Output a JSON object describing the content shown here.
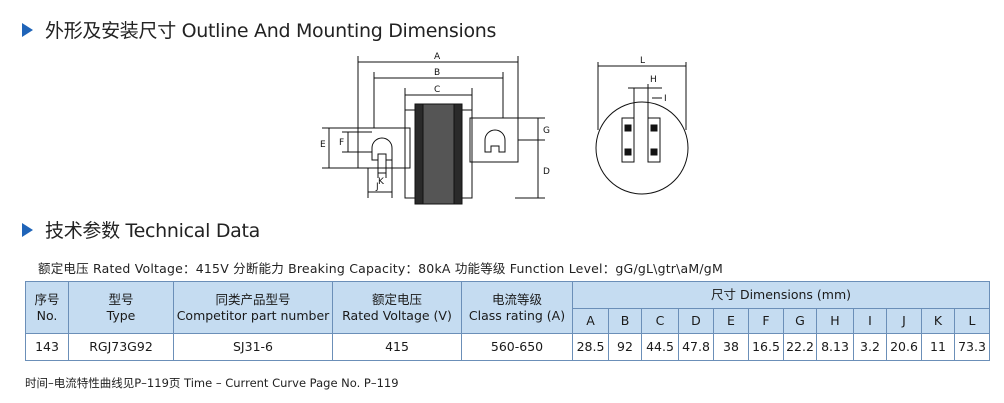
{
  "section1_title": "外形及安装尺寸 Outline And Mounting Dimensions",
  "section2_title": "技术参数 Technical  Data",
  "drawing_labels": {
    "A": "A",
    "B": "B",
    "C": "C",
    "D": "D",
    "E": "E",
    "F": "F",
    "G": "G",
    "J": "J",
    "K": "K",
    "L": "L",
    "H": "H",
    "I": "I"
  },
  "ratings_line": "额定电压 Rated Voltage：415V   分断能力 Breaking Capacity：80kA   功能等级 Function Level：gG/gL\\gtr\\aM/gM",
  "table": {
    "headers": {
      "model_no": {
        "zh": "序号",
        "en": "No."
      },
      "type": {
        "zh": "型号",
        "en": "Type"
      },
      "competitor": {
        "zh": "同类产品型号",
        "en": "Competitor part number"
      },
      "voltage": {
        "zh": "额定电压",
        "en": "Rated Voltage (V)"
      },
      "current": {
        "zh": "电流等级",
        "en": "Class rating (A)"
      },
      "dimensions": "尺寸 Dimensions (mm)"
    },
    "dim_cols": [
      "A",
      "B",
      "C",
      "D",
      "E",
      "F",
      "G",
      "H",
      "I",
      "J",
      "K",
      "L"
    ],
    "rows": [
      {
        "no": "143",
        "type": "RGJ73G92",
        "competitor": "SJ31-6",
        "voltage": "415",
        "current": "560-650",
        "dims": [
          "28.5",
          "92",
          "44.5",
          "47.8",
          "38",
          "16.5",
          "22.2",
          "8.13",
          "3.2",
          "20.6",
          "11",
          "73.3"
        ]
      }
    ]
  },
  "footer": "时间–电流特性曲线见P–119页  Time – Current Curve Page No. P–119",
  "colors": {
    "accent": "#1f64b8",
    "header_bg": "#c5dcf1",
    "border": "#6b8fb8",
    "drawing": "#111111"
  }
}
